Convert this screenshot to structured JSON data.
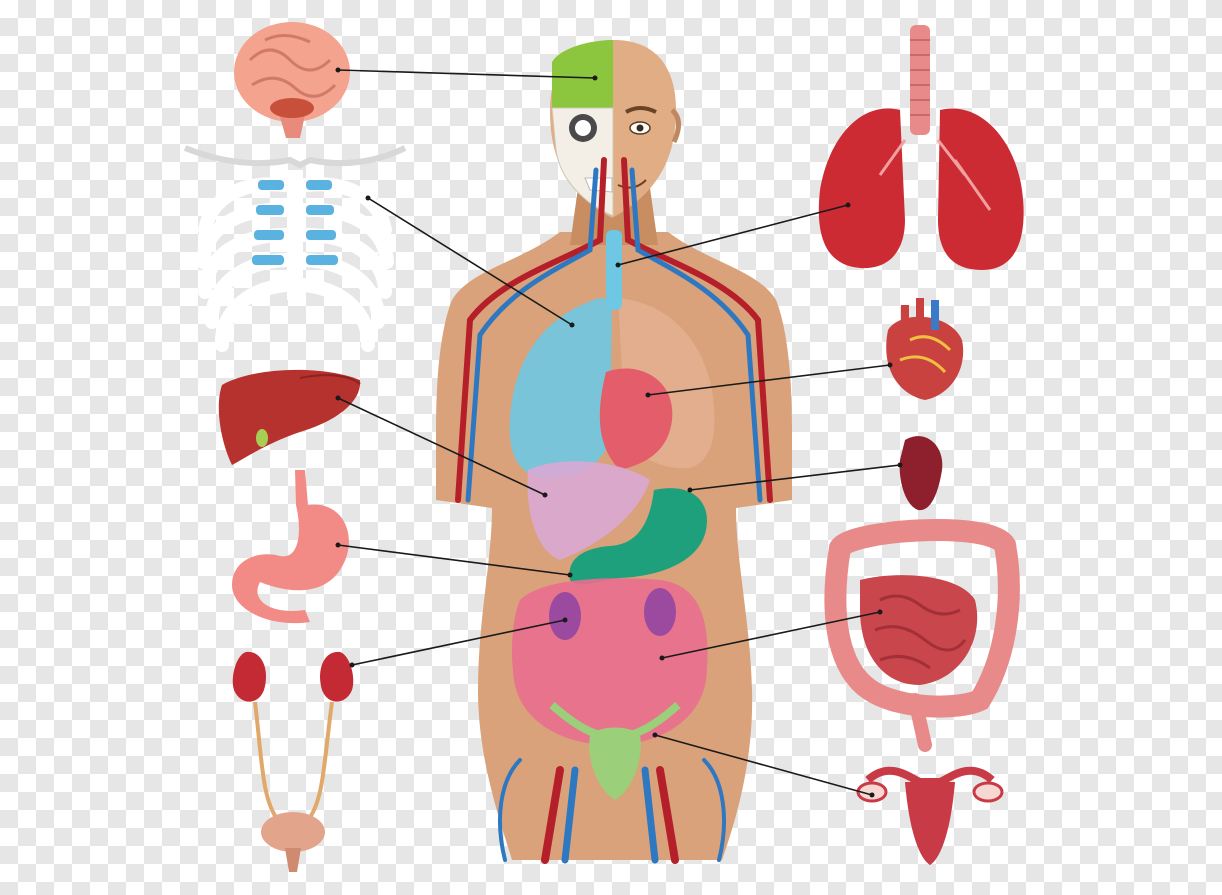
{
  "diagram": {
    "organs": [
      {
        "id": "brain",
        "icon": "brain-icon",
        "color": "#f0a08a"
      },
      {
        "id": "ribcage",
        "icon": "ribcage-icon",
        "color": "#5ab2e0"
      },
      {
        "id": "liver",
        "icon": "liver-icon",
        "color": "#b5322f"
      },
      {
        "id": "stomach",
        "icon": "stomach-icon",
        "color": "#f28b86"
      },
      {
        "id": "kidneys-bladder",
        "icon": "kidney-icon",
        "color": "#c42a33"
      },
      {
        "id": "lungs",
        "icon": "lungs-icon",
        "color": "#cc2b33"
      },
      {
        "id": "heart",
        "icon": "heart-icon",
        "color": "#c9423f"
      },
      {
        "id": "spleen",
        "icon": "spleen-icon",
        "color": "#8e1f2c"
      },
      {
        "id": "intestines",
        "icon": "intestines-icon",
        "color": "#c8464c"
      },
      {
        "id": "uterus",
        "icon": "uterus-icon",
        "color": "#c93a47"
      }
    ],
    "colors": {
      "skin": "#d9a27a",
      "skin_dark": "#b97a4e",
      "artery": "#b51f2a",
      "vein": "#2e78c2",
      "lung_blue": "#6fc8e3",
      "stomach_green": "#1fa07c",
      "intestine_pink": "#e86e8e",
      "brain_green": "#8cc63f",
      "leader_line": "#1a1a1a"
    }
  }
}
